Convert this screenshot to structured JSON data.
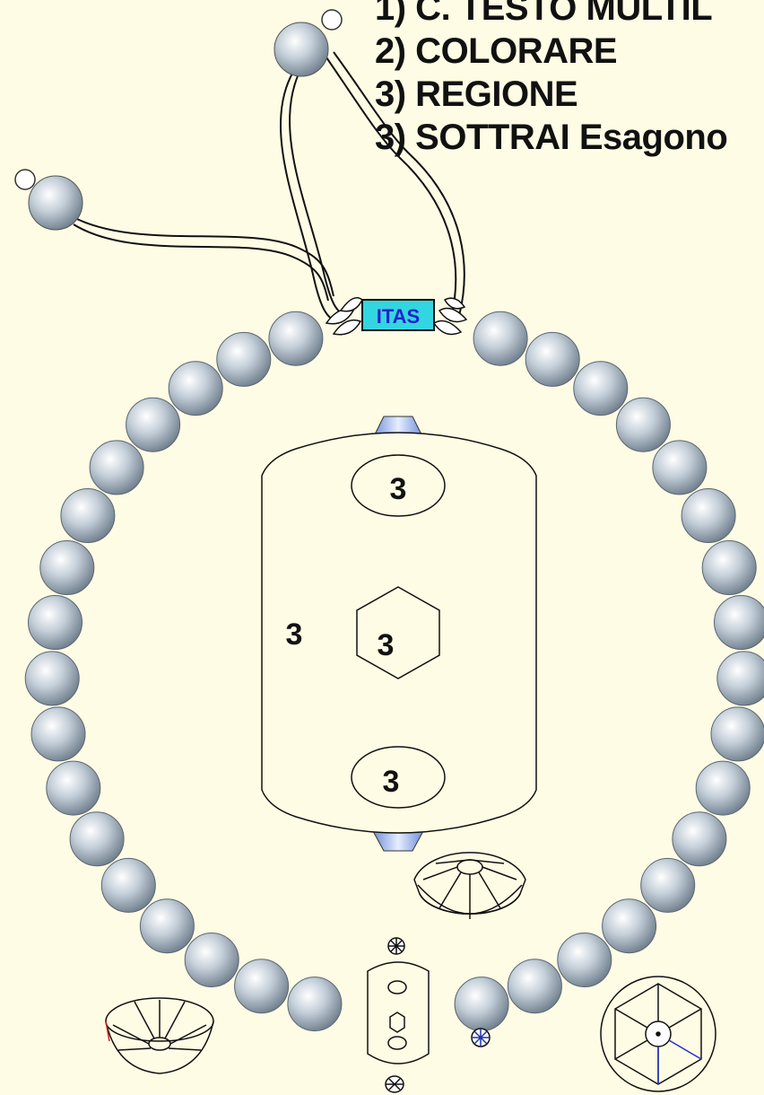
{
  "instructions": [
    "1) C. TESTO MULTIL",
    "2) COLORARE",
    "3) REGIONE",
    "3) SOTTRAI Esagono"
  ],
  "clasp_label": "ITAS",
  "region_labels": {
    "outer": "3",
    "top_oval": "3",
    "hexagon": "3",
    "bottom_oval": "3"
  },
  "colors": {
    "background": "#FFFCE5",
    "bead_light": "#FFFFFF",
    "bead_dark": "#7B8A98",
    "clasp_fill": "#33D6E0",
    "clasp_text": "#2222CC",
    "ink": "#111111",
    "gem_accent": "#9FB6F0"
  }
}
